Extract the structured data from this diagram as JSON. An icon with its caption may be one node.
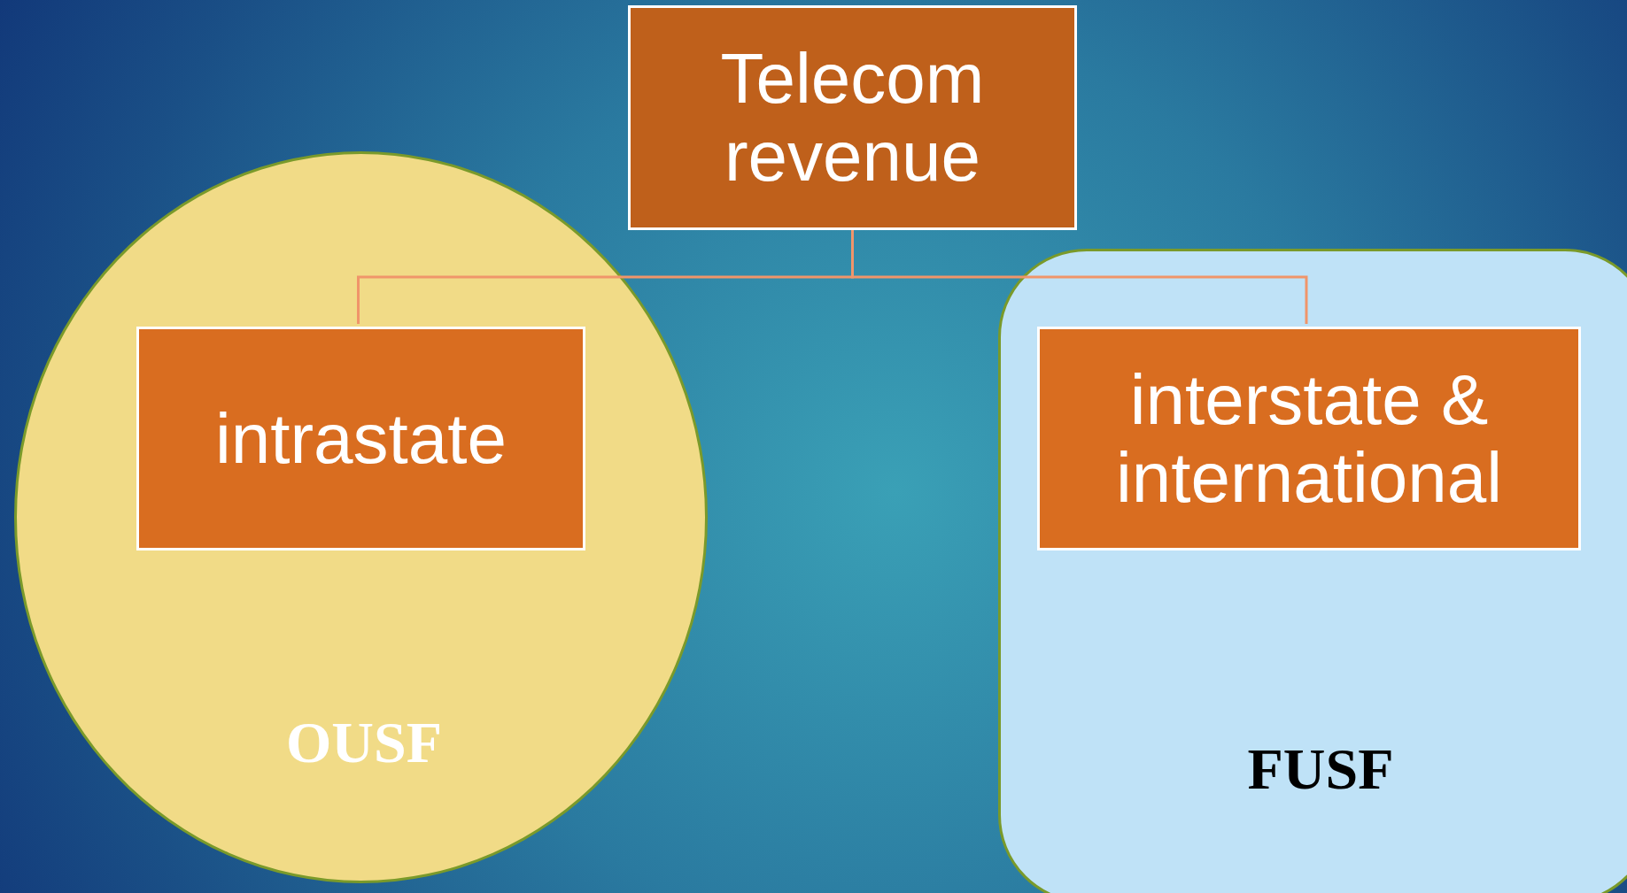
{
  "diagram": {
    "nodes": [
      {
        "text": [
          "Telecom revenue"
        ]
      },
      {
        "text": [
          "OUSF"
        ]
      },
      {
        "text": [
          "intrastate"
        ],
        "in": 1
      },
      {
        "text": [
          "FUSF"
        ]
      },
      {
        "text": [
          "interstate & international"
        ],
        "in": 3
      }
    ],
    "edges": [
      {
        "from": 0,
        "to": 2,
        "arrow": "none"
      },
      {
        "from": 0,
        "to": 4,
        "arrow": "none"
      }
    ]
  }
}
